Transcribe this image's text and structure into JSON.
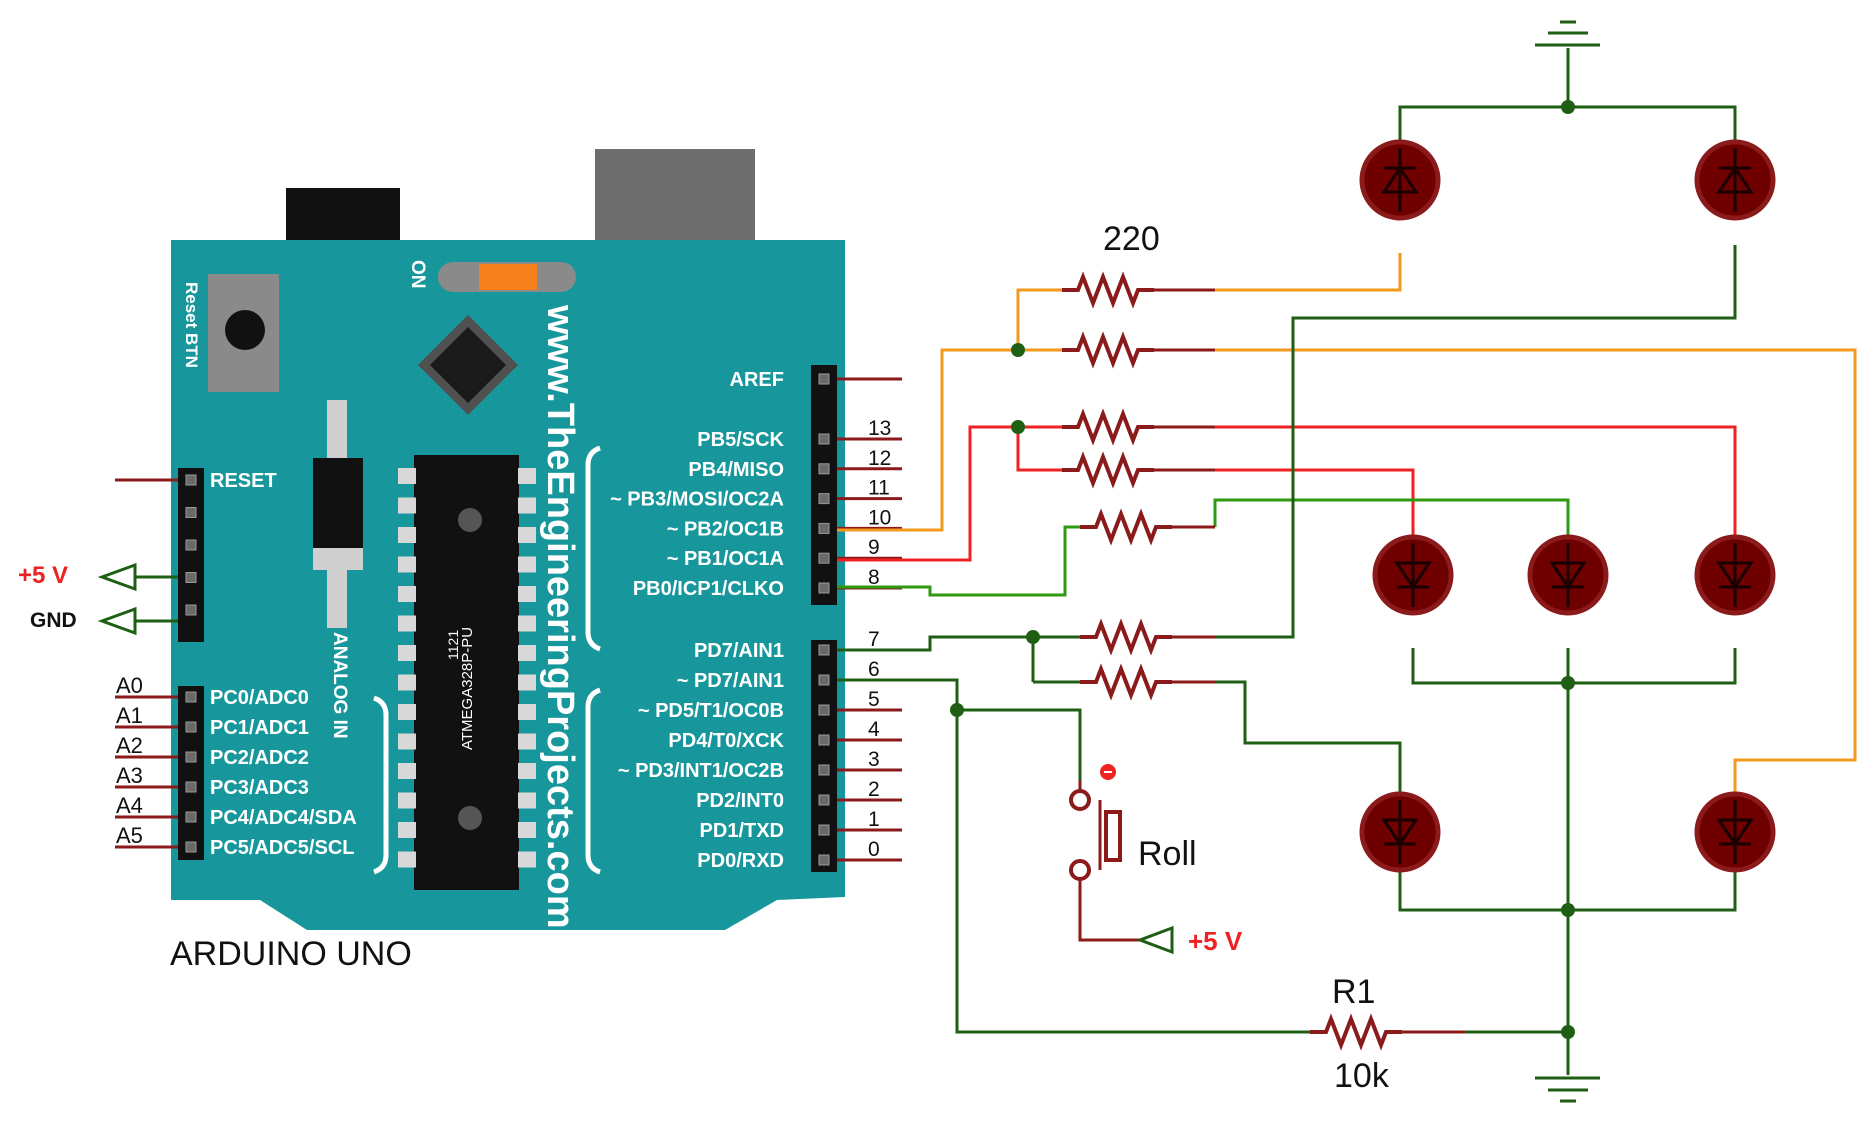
{
  "board": {
    "title": "ARDUINO UNO",
    "website": "www.TheEngineeringProjects.com",
    "reset_button_label": "Reset BTN",
    "on_label": "ON",
    "analog_in_label": "ANALOG IN",
    "chip_line1": "ATMEGA328P-PU",
    "chip_line2": "1121",
    "power_pins": [
      "RESET",
      "+5 V",
      "GND"
    ],
    "analog_pins": [
      {
        "num": "A0",
        "label": "PC0/ADC0"
      },
      {
        "num": "A1",
        "label": "PC1/ADC1"
      },
      {
        "num": "A2",
        "label": "PC2/ADC2"
      },
      {
        "num": "A3",
        "label": "PC3/ADC3"
      },
      {
        "num": "A4",
        "label": "PC4/ADC4/SDA"
      },
      {
        "num": "A5",
        "label": "PC5/ADC5/SCL"
      }
    ],
    "aref_label": "AREF",
    "upper_digital_pins": [
      {
        "num": "13",
        "label": "PB5/SCK"
      },
      {
        "num": "12",
        "label": "PB4/MISO"
      },
      {
        "num": "11",
        "label": "~ PB3/MOSI/OC2A"
      },
      {
        "num": "10",
        "label": "~ PB2/OC1B"
      },
      {
        "num": "9",
        "label": "~ PB1/OC1A"
      },
      {
        "num": "8",
        "label": "PB0/ICP1/CLKO"
      }
    ],
    "lower_digital_pins": [
      {
        "num": "7",
        "label": "PD7/AIN1"
      },
      {
        "num": "6",
        "label": "~ PD7/AIN1"
      },
      {
        "num": "5",
        "label": "~ PD5/T1/OC0B"
      },
      {
        "num": "4",
        "label": "PD4/T0/XCK"
      },
      {
        "num": "3",
        "label": "~ PD3/INT1/OC2B"
      },
      {
        "num": "2",
        "label": "PD2/INT0"
      },
      {
        "num": "1",
        "label": "PD1/TXD"
      },
      {
        "num": "0",
        "label": "PD0/RXD"
      }
    ]
  },
  "components": {
    "resistor_value": "220",
    "pushbutton_label": "Roll",
    "supply_label": "+5 V",
    "pulldown_name": "R1",
    "pulldown_value": "10k",
    "led_count": 7
  },
  "colors": {
    "board": "#17979c",
    "wire_dark": "#1f5f14",
    "wire_red": "#ee2222",
    "wire_orange": "#f39a1e",
    "wire_green": "#2e9a10",
    "component": "#8b1a1a",
    "led_fill": "#6e0000",
    "power_label": "#ee2222"
  }
}
